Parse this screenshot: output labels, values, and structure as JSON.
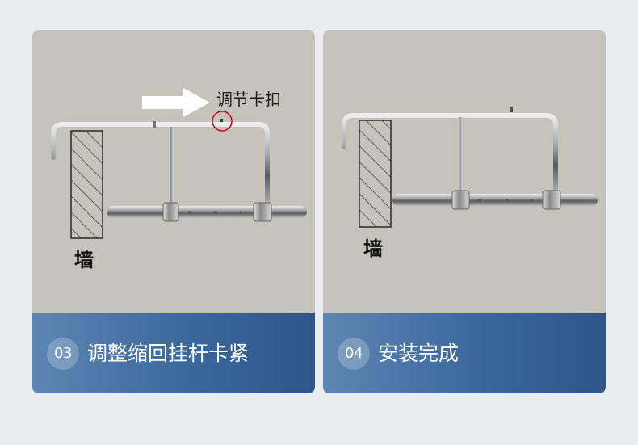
{
  "panels": [
    {
      "step_number": "03",
      "caption": "调整缩回挂杆卡紧",
      "wall_label": "墙",
      "callout_label": "调节卡扣"
    },
    {
      "step_number": "04",
      "caption": "安装完成",
      "wall_label": "墙"
    }
  ],
  "colors": {
    "scene_background": "#c6c3bb",
    "caption_gradient_start": "#5d86b3",
    "caption_gradient_end": "#2e5687",
    "callout_circle": "#d0021b",
    "arrow": "#ffffff"
  }
}
